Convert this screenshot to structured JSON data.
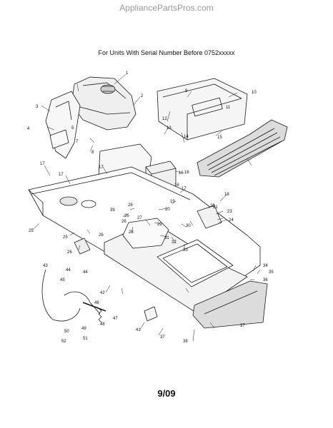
{
  "watermark": "AppliancePartsPros.com",
  "heading": "For Units With Serial Number Before 0752xxxxx",
  "page_number": "9/09",
  "callouts": [
    "1",
    "2",
    "3",
    "4",
    "5",
    "7",
    "8",
    "9",
    "10",
    "11",
    "12",
    "13",
    "14",
    "15",
    "16",
    "16",
    "16",
    "17",
    "17",
    "17",
    "17",
    "18",
    "19",
    "20",
    "21",
    "22",
    "23",
    "24",
    "25",
    "25",
    "26",
    "26",
    "26",
    "26",
    "26",
    "27",
    "28",
    "29",
    "30",
    "31",
    "32",
    "33",
    "34",
    "35",
    "36",
    "37",
    "37",
    "38",
    "39",
    "41",
    "42",
    "43",
    "44",
    "44",
    "45",
    "46",
    "47",
    "48",
    "49",
    "50",
    "51",
    "52"
  ],
  "colors": {
    "line": "#1a1a1a",
    "fill_dark": "#cfcfcf",
    "fill_light": "#f2f2f2",
    "watermark": "#9a9a9a"
  }
}
